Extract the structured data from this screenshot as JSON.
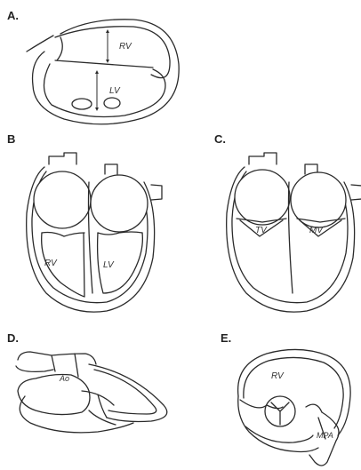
{
  "panels": {
    "a": {
      "letter": "A.",
      "labels": {
        "rv": "RV",
        "lv": "LV"
      }
    },
    "b": {
      "letter": "B",
      "labels": {
        "rv": "RV",
        "lv": "LV"
      }
    },
    "c": {
      "letter": "C.",
      "labels": {
        "tv": "TV",
        "mv": "MV"
      }
    },
    "d": {
      "letter": "D.",
      "labels": {
        "ao": "Ao"
      }
    },
    "e": {
      "letter": "E.",
      "labels": {
        "rv": "RV",
        "mpa": "MPA"
      }
    }
  }
}
